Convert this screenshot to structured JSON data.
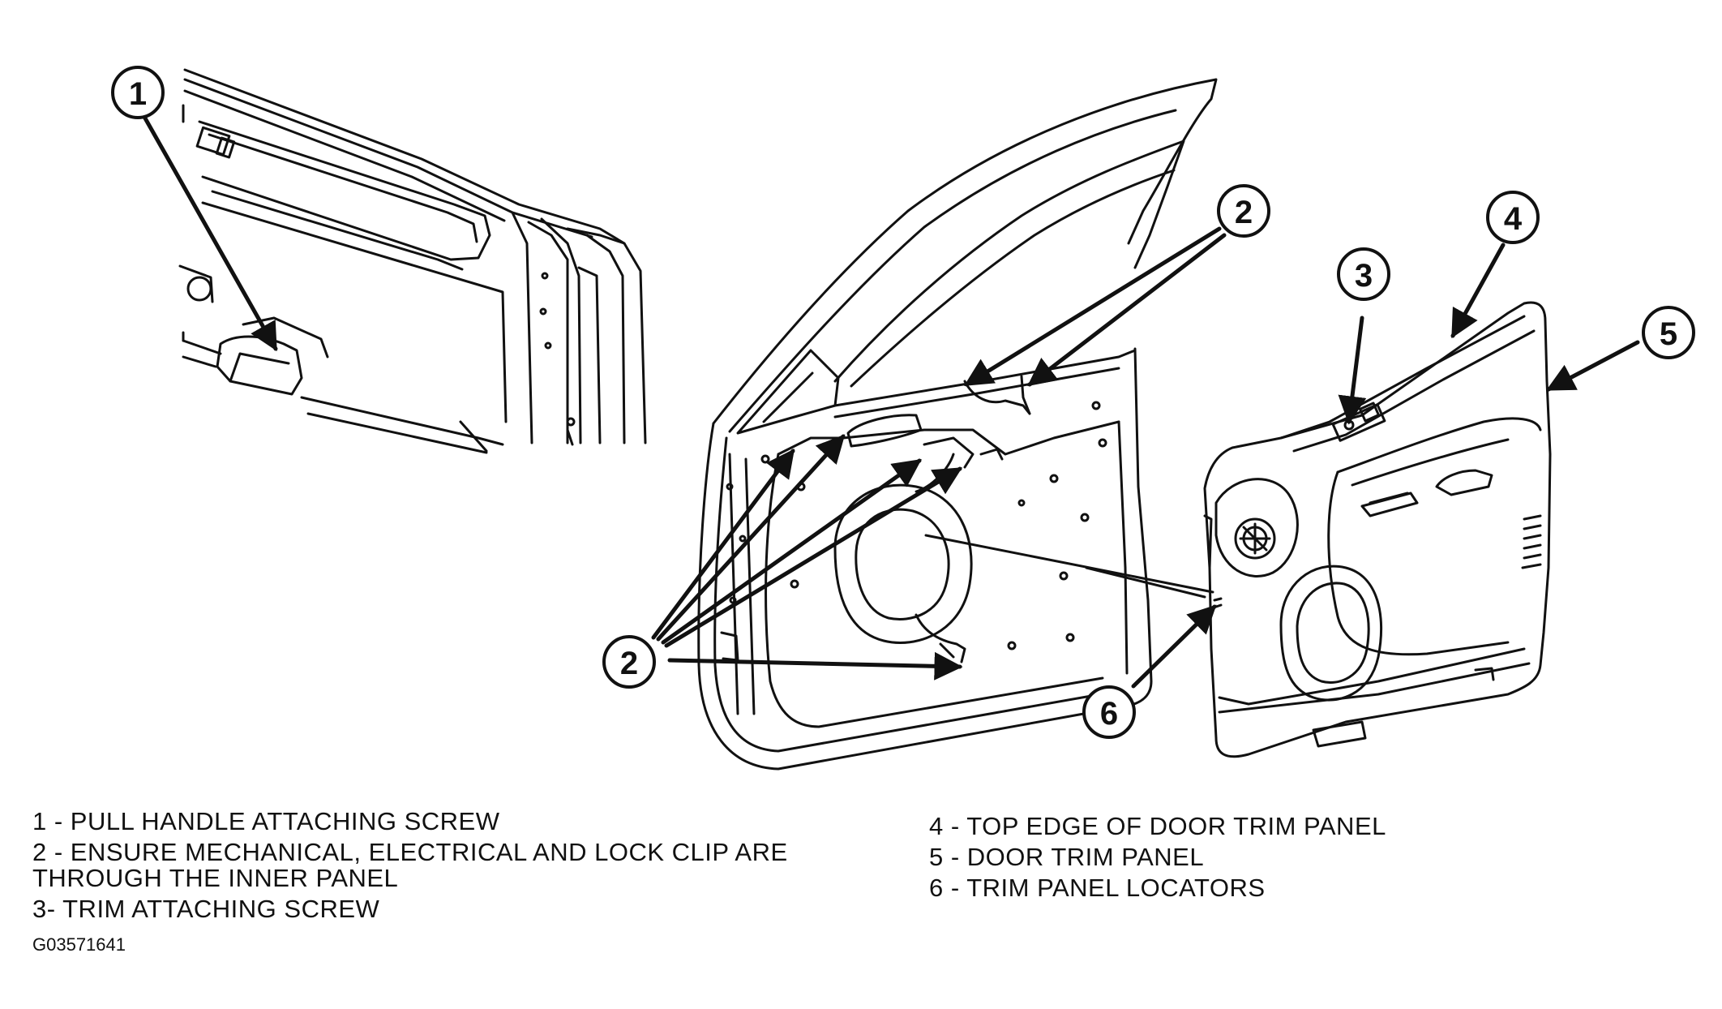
{
  "callouts": {
    "c1": "1",
    "c2a": "2",
    "c2b": "2",
    "c3": "3",
    "c4": "4",
    "c5": "5",
    "c6": "6"
  },
  "legend": {
    "item1": "1 - PULL HANDLE ATTACHING SCREW",
    "item2_line1": "2 - ENSURE MECHANICAL, ELECTRICAL AND LOCK CLIP ARE",
    "item2_line2": "THROUGH THE INNER PANEL",
    "item3": "3- TRIM ATTACHING SCREW",
    "item4": "4 - TOP EDGE OF DOOR TRIM PANEL",
    "item5": "5 - DOOR TRIM PANEL",
    "item6": "6 - TRIM PANEL LOCATORS"
  },
  "figure_code": "G03571641"
}
